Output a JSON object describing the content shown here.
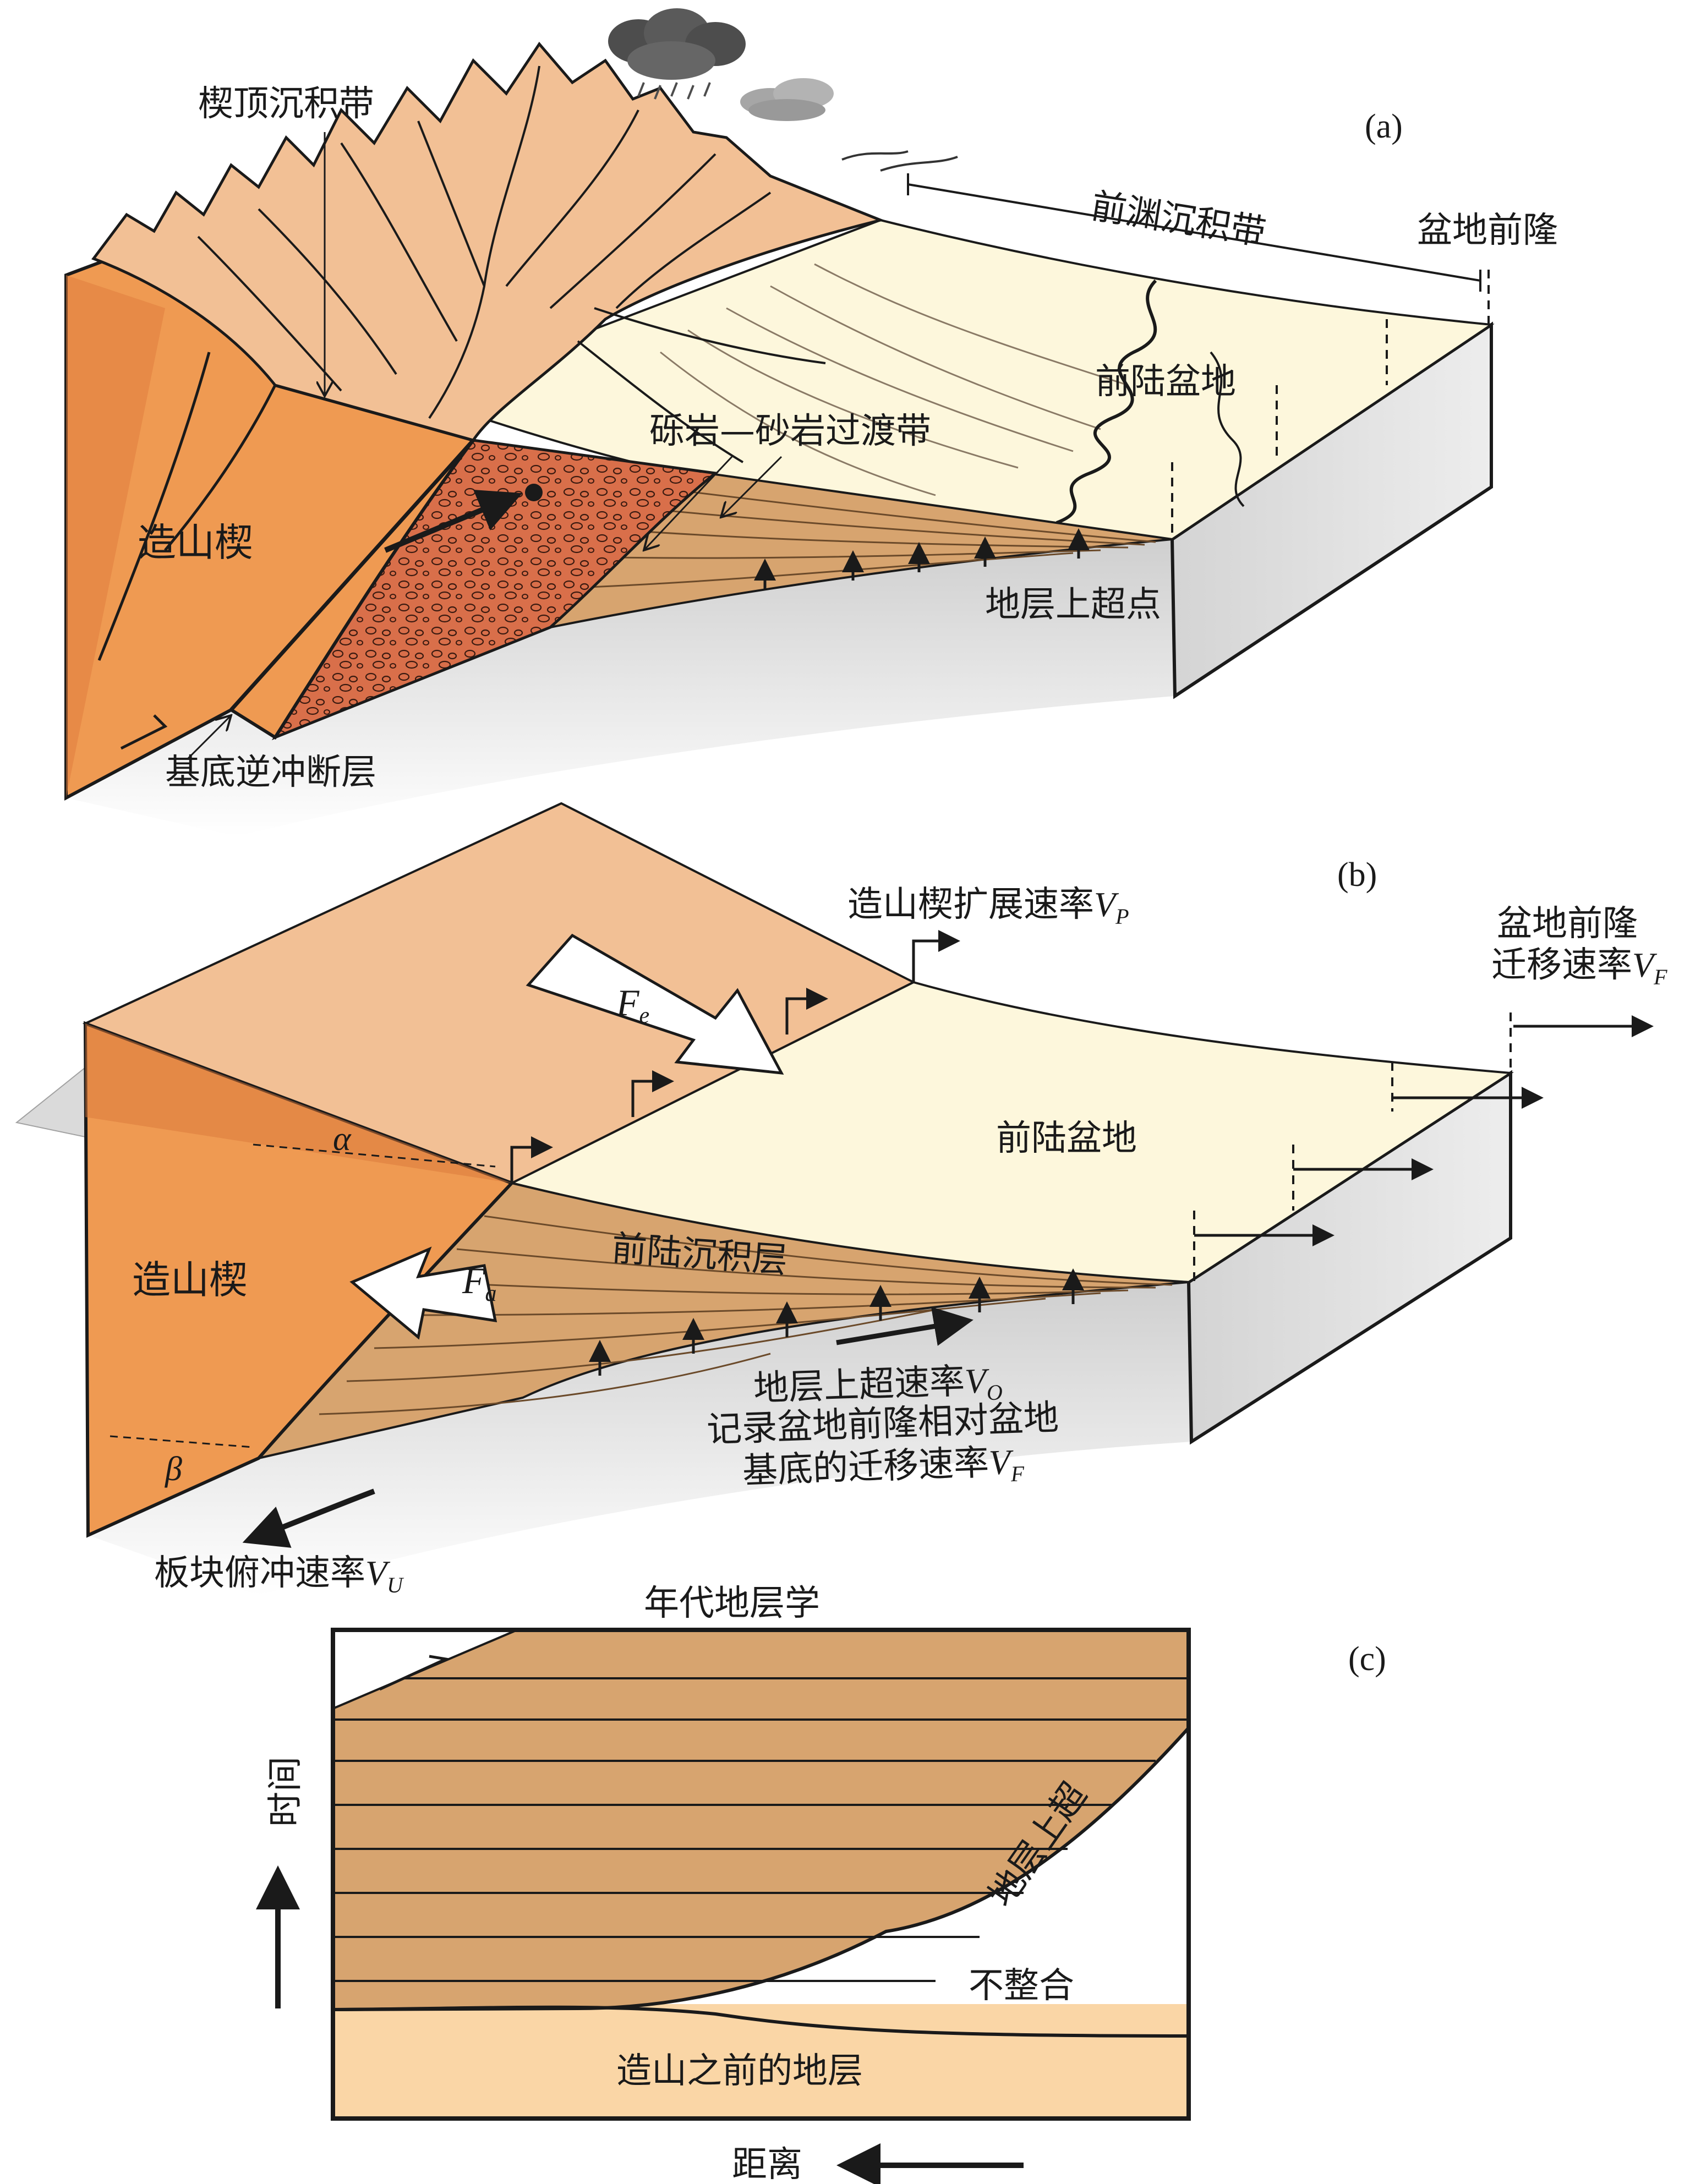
{
  "panels": {
    "a": {
      "tag": "(a)",
      "labels": {
        "wedge_top": "楔顶沉积带",
        "foredeep": "前渊沉积带",
        "forebulge": "盆地前隆",
        "foreland_basin": "前陆盆地",
        "transition": "砾岩—砂岩过渡带",
        "orogenic_wedge": "造山楔",
        "onlap_point": "地层上超点",
        "basal_thrust": "基底逆冲断层"
      }
    },
    "b": {
      "tag": "(b)",
      "labels": {
        "wedge_rate_prefix": "造山楔扩展速率",
        "wedge_rate_var": "V",
        "wedge_rate_sub": "P",
        "bulge_rate_line1": "盆地前隆",
        "bulge_rate_prefix": "迁移速率",
        "bulge_rate_var": "V",
        "bulge_rate_sub": "F",
        "fe_var": "F",
        "fe_sub": "e",
        "fa_var": "F",
        "fa_sub": "a",
        "alpha": "α",
        "beta": "β",
        "foreland_basin": "前陆盆地",
        "orogenic_wedge": "造山楔",
        "foreland_strata": "前陆沉积层",
        "onlap_rate_prefix": "地层上超速率",
        "onlap_rate_var": "V",
        "onlap_rate_sub": "O",
        "record_line": "记录盆地前隆相对盆地",
        "basement_rate_prefix": "基底的迁移速率",
        "basement_rate_var": "V",
        "basement_rate_sub": "F",
        "plate_rate_prefix": "板块俯冲速率",
        "plate_rate_var": "V",
        "plate_rate_sub": "U"
      }
    },
    "c": {
      "tag": "(c)",
      "labels": {
        "title": "年代地层学",
        "time_axis": "时间",
        "onlap": "地层上超",
        "unconformity": "不整合",
        "pre_orogenic": "造山之前的地层",
        "distance_axis": "距离"
      }
    }
  },
  "colors": {
    "wedge_orange": "#ef9a52",
    "wedge_dark": "#d9773a",
    "mountain": "#f2c095",
    "basin_cream": "#fdf7dc",
    "strata_tan": "#d7a46f",
    "conglomerate": "#d96f4a",
    "pre_strata": "#fad6a6",
    "outline": "#1a1a1a",
    "shadow": "#d9d9d9"
  },
  "icons": [
    "storm-cloud-icon",
    "cloud-icon",
    "bird-icon"
  ]
}
